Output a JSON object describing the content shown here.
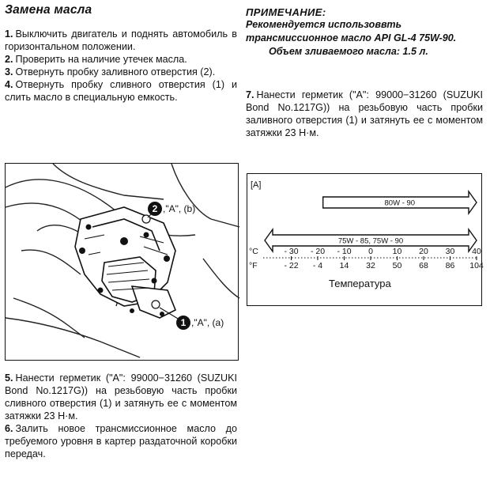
{
  "title": "Замена масла",
  "steps_top": [
    {
      "num": "1.",
      "text": "Выключить двигатель и поднять автомобиль в горизонтальном положении."
    },
    {
      "num": "2.",
      "text": "Проверить на наличие утечек масла."
    },
    {
      "num": "3.",
      "text": "Отвернуть пробку заливного отверстия (2)."
    },
    {
      "num": "4.",
      "text": "Отвернуть пробку сливного отверстия (1) и слить масло в специальную емкость."
    }
  ],
  "steps_bottom": [
    {
      "num": "5.",
      "text": "Нанести герметик (\"A\": 99000−31260 (SUZUKI Bond No.1217G)) на резьбовую часть пробки сливного отверстия (1) и затянуть ее с моментом затяжки 23 Н·м."
    },
    {
      "num": "6.",
      "text": "Залить новое трансмиссионное масло до требуемого уровня в картер раздаточной коробки передач."
    }
  ],
  "note": {
    "heading": "ПРИМЕЧАНИЕ:",
    "body": "Рекомендуется использоввть трансмиссионное масло API GL-4 75W-90.",
    "volume": "Объем зливаемого масла: 1.5 л."
  },
  "step7": {
    "num": "7.",
    "text": "Нанести герметик (\"A\": 99000−31260 (SUZUKI Bond No.1217G)) на резьбовую часть пробки заливного отверстия (1) и затянуть ее с моментом затяжки 23 Н·м."
  },
  "figure": {
    "callout_1_num": "1",
    "callout_1_text": ",\"A\", (a)",
    "callout_2_num": "2",
    "callout_2_text": ",\"A\", (b)"
  },
  "chart_data": {
    "type": "table",
    "panel_label": "[A]",
    "bands": [
      {
        "label": "80W - 90",
        "from_c": -18,
        "to_c": 40,
        "direction": "right"
      },
      {
        "label": "75W - 85, 75W - 90",
        "from_c": -40,
        "to_c": 40,
        "direction": "both"
      }
    ],
    "celsius_ticks": [
      "- 30",
      "- 20",
      "- 10",
      "0",
      "10",
      "20",
      "30",
      "40"
    ],
    "fahrenheit_ticks": [
      "- 22",
      "- 4",
      "14",
      "32",
      "50",
      "68",
      "86",
      "104"
    ],
    "celsius_unit": "°C",
    "fahrenheit_unit": "°F",
    "xlabel": "Температура"
  }
}
